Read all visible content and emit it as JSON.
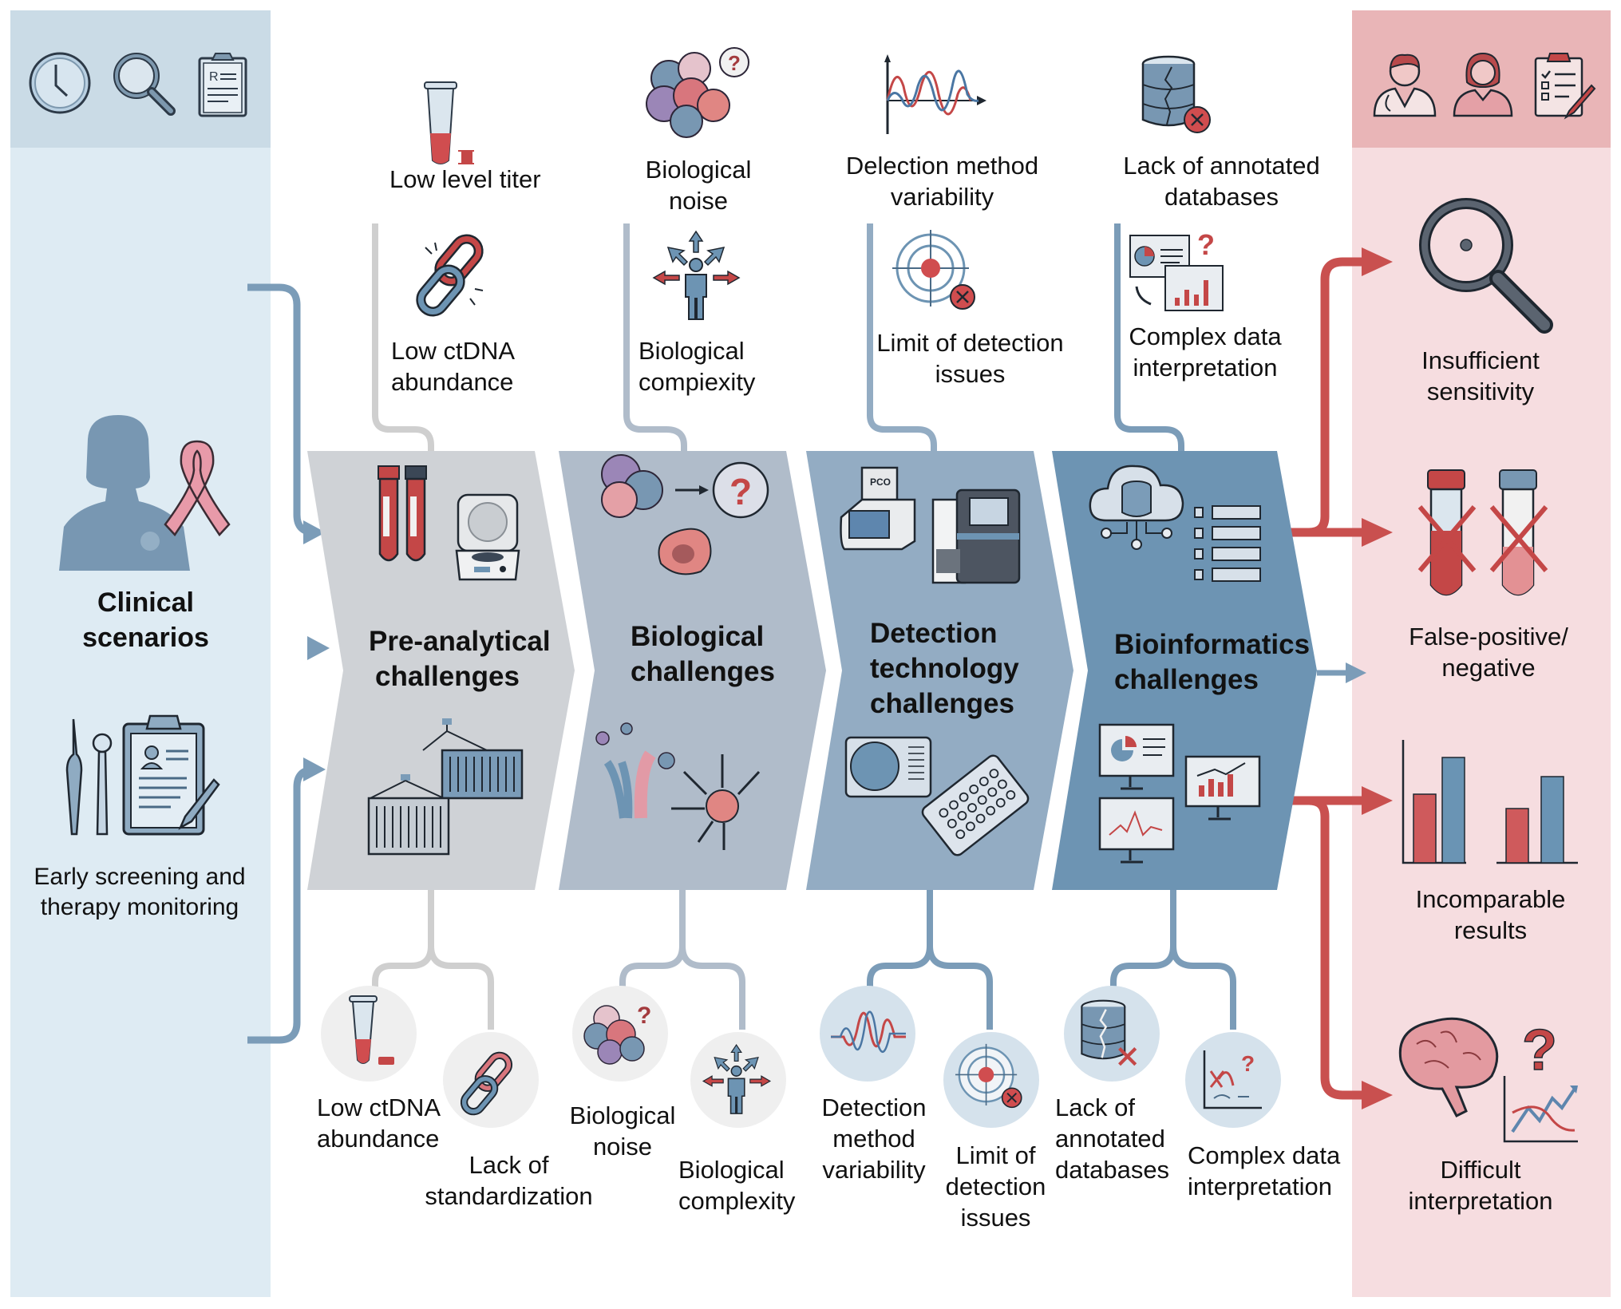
{
  "left_panel": {
    "header_icons": [
      "clock-icon",
      "magnifier-icon",
      "clipboard-icon"
    ],
    "title": "Clinical scenarios",
    "title_line1": "Clinical",
    "title_line2": "scenarios",
    "subtitle_line1": "Early screening and",
    "subtitle_line2": "therapy monitoring",
    "colors": {
      "header": "#cadbe6",
      "body": "#deebf3"
    }
  },
  "stages": [
    {
      "title_line1": "Pre-analytical",
      "title_line2": "challenges",
      "color": "#cfd2d6"
    },
    {
      "title_line1": "Biological",
      "title_line2": "challenges",
      "color": "#b0bcca"
    },
    {
      "title_line1": "Detection",
      "title_line2": "technology",
      "title_line3": "challenges",
      "color": "#93acc3"
    },
    {
      "title_line1": "Bioinformatics",
      "title_line2": "challenges",
      "color": "#6d94b3"
    }
  ],
  "top_items": [
    {
      "line1": "Low level titer",
      "icon": "tube-icon"
    },
    {
      "line1": "Low ctDNA",
      "line2": "abundance",
      "icon": "broken-chain-icon"
    },
    {
      "line1": "Biological",
      "line2": "noise",
      "icon": "cell-cluster-icon"
    },
    {
      "line1": "Biological",
      "line2": "compiexity",
      "icon": "person-arrows-icon"
    },
    {
      "line1": "Delection method",
      "line2": "variability",
      "icon": "waveform-icon"
    },
    {
      "line1": "Limit of detection",
      "line2": "issues",
      "icon": "target-icon"
    },
    {
      "line1": "Lack of annotated",
      "line2": "databases",
      "icon": "broken-database-icon"
    },
    {
      "line1": "Complex data",
      "line2": "interpretation",
      "icon": "dashboard-icon"
    }
  ],
  "bottom_items": [
    {
      "line1": "Low ctDNA",
      "line2": "abundance",
      "icon": "tube-icon"
    },
    {
      "line1": "Lack of",
      "line2": "standardization",
      "icon": "broken-chain-icon"
    },
    {
      "line1": "Biological",
      "line2": "noise",
      "icon": "cell-cluster-icon"
    },
    {
      "line1": "Biological",
      "line2": "complexity",
      "icon": "person-arrows-icon"
    },
    {
      "line1": "Detection",
      "line2": "method",
      "line3": "variability",
      "icon": "waveform-icon"
    },
    {
      "line1": "Limit of",
      "line2": "detection",
      "line3": "issues",
      "icon": "target-icon"
    },
    {
      "line1": "Lack of",
      "line2": "annotated",
      "line3": "databases",
      "icon": "broken-database-icon"
    },
    {
      "line1": "Complex data",
      "line2": "interpretation",
      "icon": "scatter-question-icon"
    }
  ],
  "right_panel": {
    "header_icons": [
      "doctor-icon",
      "patient-icon",
      "checklist-icon"
    ],
    "outcomes": [
      {
        "line1": "Insufficient",
        "line2": "sensitivity",
        "icon": "magnifier-icon"
      },
      {
        "line1": "False-positive/",
        "line2": "negative",
        "icon": "crossed-tubes-icon"
      },
      {
        "line1": "Incomparable",
        "line2": "results",
        "icon": "bar-chart-icon"
      },
      {
        "line1": "Difficult",
        "line2": "interpretation",
        "icon": "brain-question-icon"
      }
    ],
    "colors": {
      "header": "#e9b5b7",
      "body": "#f6dde0"
    }
  },
  "colors": {
    "blue_connector": "#7b9cb8",
    "red_connector": "#c9504f",
    "grey_connector": "#cfcfcf"
  }
}
